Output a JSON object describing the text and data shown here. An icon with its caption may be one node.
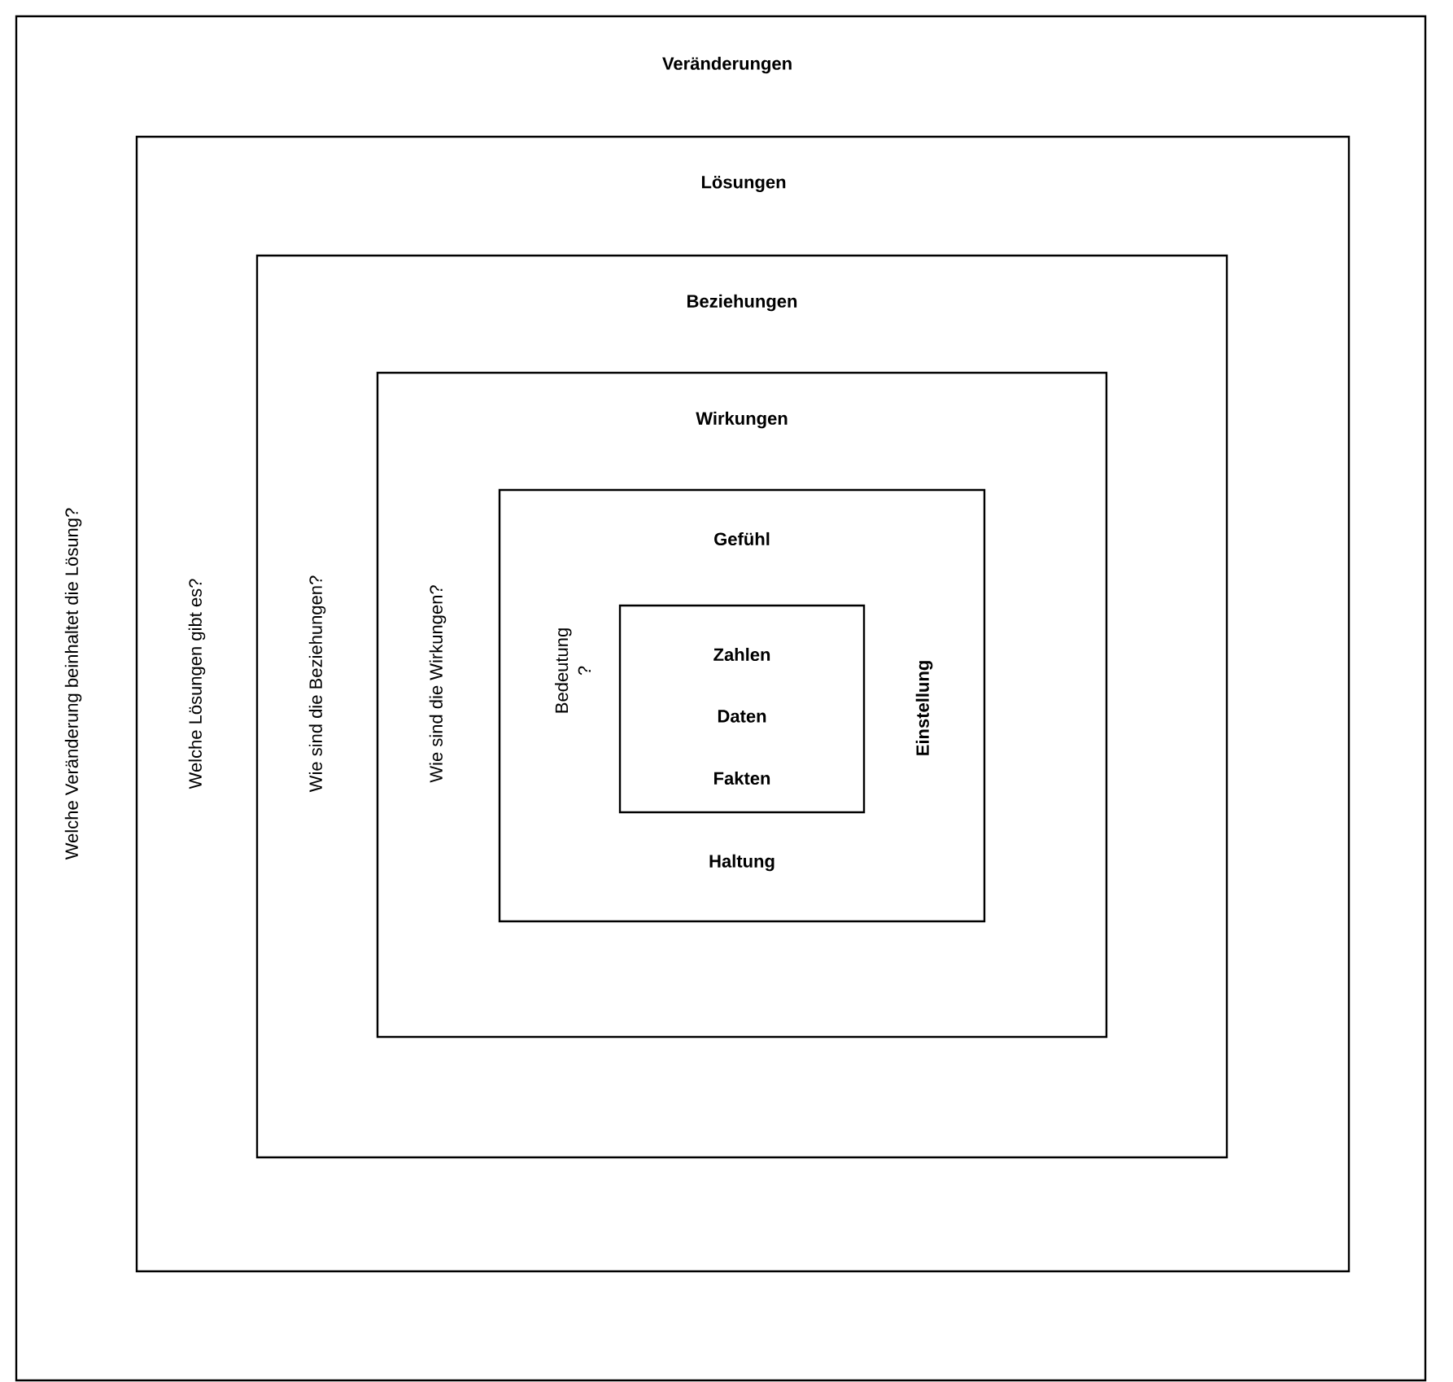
{
  "diagram": {
    "nodes": [
      {
        "text": [
          "Veränderungen",
          "Welche Veränderung beinhaltet die Lösung?"
        ]
      },
      {
        "text": [
          "Lösungen",
          "Welche Lösungen gibt es?"
        ],
        "in": 0
      },
      {
        "text": [
          "Beziehungen",
          "Wie sind die Beziehungen?"
        ],
        "in": 1
      },
      {
        "text": [
          "Wirkungen",
          "Wie sind die Wirkungen?"
        ],
        "in": 2
      },
      {
        "text": [
          "Gefühl",
          "Bedeutung ?",
          "Einstellung",
          "Haltung"
        ],
        "in": 3
      },
      {
        "text": [
          "Zahlen",
          "Daten",
          "Fakten"
        ],
        "in": 4
      }
    ]
  }
}
